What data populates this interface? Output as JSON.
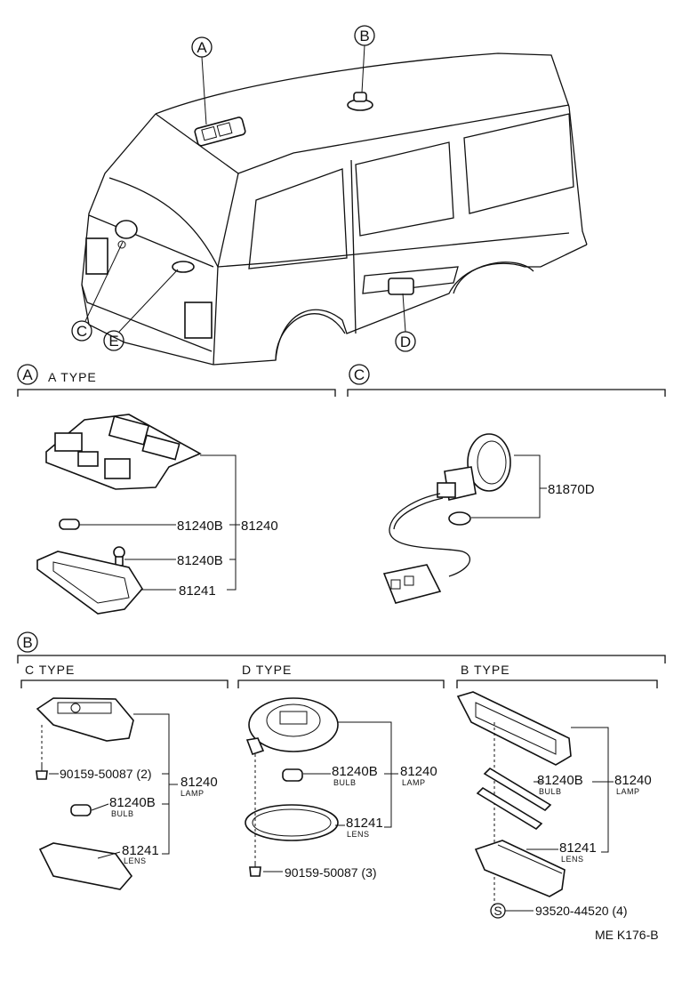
{
  "callouts": {
    "a": "A",
    "b": "B",
    "c": "C",
    "d": "D",
    "e": "E",
    "s": "S"
  },
  "sections": {
    "a_type": "A  TYPE",
    "c_type": "C  TYPE",
    "d_type": "D  TYPE",
    "b_type": "B  TYPE"
  },
  "section_a": {
    "bulb1": "81240B",
    "bulb2": "81240B",
    "lamp": "81240",
    "lens": "81241"
  },
  "section_c": {
    "socket": "81870D"
  },
  "section_b_c_type": {
    "screw": "90159-50087 (2)",
    "lamp": "81240",
    "lamp_sub": "LAMP",
    "bulb": "81240B",
    "bulb_sub": "BULB",
    "lens": "81241",
    "lens_sub": "LENS"
  },
  "section_b_d_type": {
    "bulb": "81240B",
    "bulb_sub": "BULB",
    "lamp": "81240",
    "lamp_sub": "LAMP",
    "lens": "81241",
    "lens_sub": "LENS",
    "screw": "90159-50087 (3)"
  },
  "section_b_b_type": {
    "bulb": "81240B",
    "bulb_sub": "BULB",
    "lamp": "81240",
    "lamp_sub": "LAMP",
    "lens": "81241",
    "lens_sub": "LENS",
    "screw": "93520-44520 (4)"
  },
  "footer": {
    "code": "ME  K176-B"
  }
}
